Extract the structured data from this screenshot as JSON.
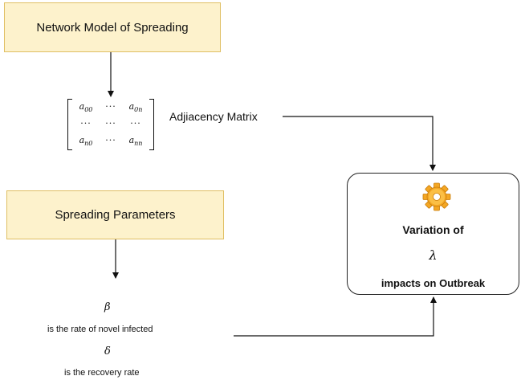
{
  "nodes": {
    "network_model": "Network Model of Spreading",
    "spreading_params": "Spreading Parameters",
    "adjacency_label": "Adjiacency Matrix",
    "outbreak": {
      "variation": "Variation of",
      "lambda": "λ",
      "impacts": "impacts on Outbreak",
      "icon": "gear-icon"
    }
  },
  "matrix": {
    "r1c1": "a00",
    "r1c2": "···",
    "r1c3": "a0n",
    "r2c1": "···",
    "r2c2": "···",
    "r2c3": "···",
    "r3c1": "an0",
    "r3c2": "···",
    "r3c3": "ann"
  },
  "parameters": {
    "beta_symbol": "β",
    "beta_text": "is the rate of novel infected",
    "delta_symbol": "δ",
    "delta_text": "is the recovery rate"
  },
  "colors": {
    "box_fill": "#fdf2cc",
    "box_border": "#e0bf63",
    "gear": "#f4a724"
  }
}
